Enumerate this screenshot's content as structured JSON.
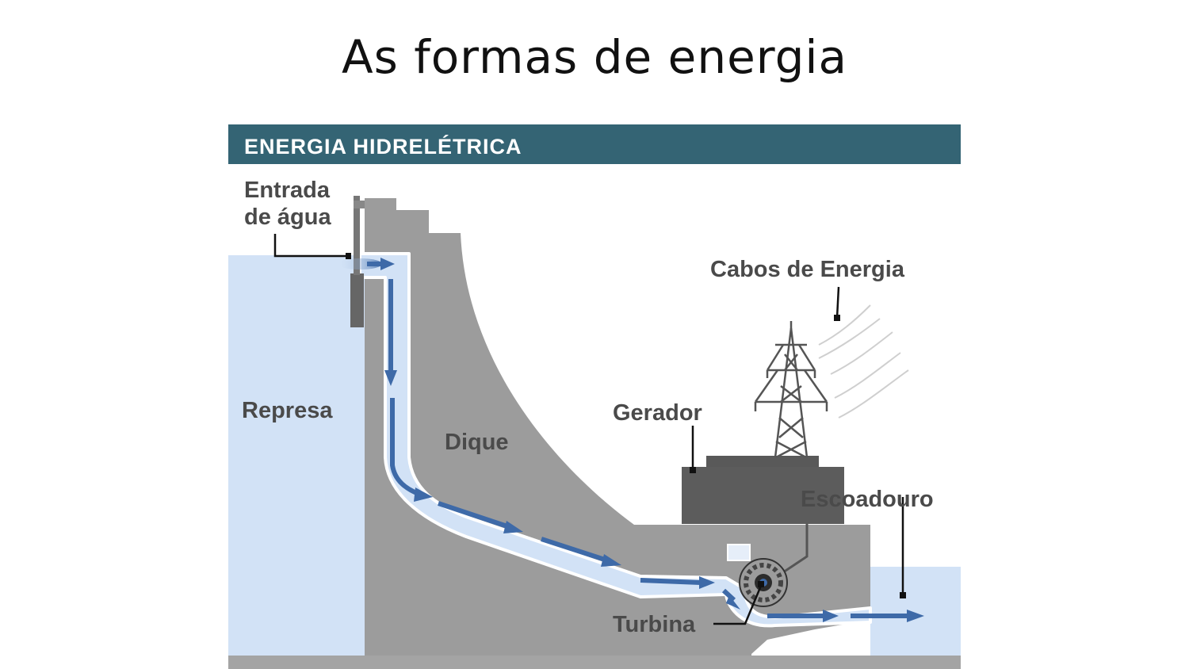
{
  "title": "As formas de energia",
  "diagram": {
    "header": "ENERGIA HIDRELÉTRICA",
    "labels": {
      "intake_line1": "Entrada",
      "intake_line2": "de água",
      "reservoir": "Represa",
      "dam": "Dique",
      "generator": "Gerador",
      "power_lines": "Cabos de Energia",
      "outflow": "Escoadouro",
      "turbine": "Turbina"
    },
    "colors": {
      "header_bg": "#346474",
      "water": "#d2e2f6",
      "flow_arrow": "#3e6aa8",
      "dam": "#9c9c9c",
      "generator": "#5c5c5c"
    }
  }
}
